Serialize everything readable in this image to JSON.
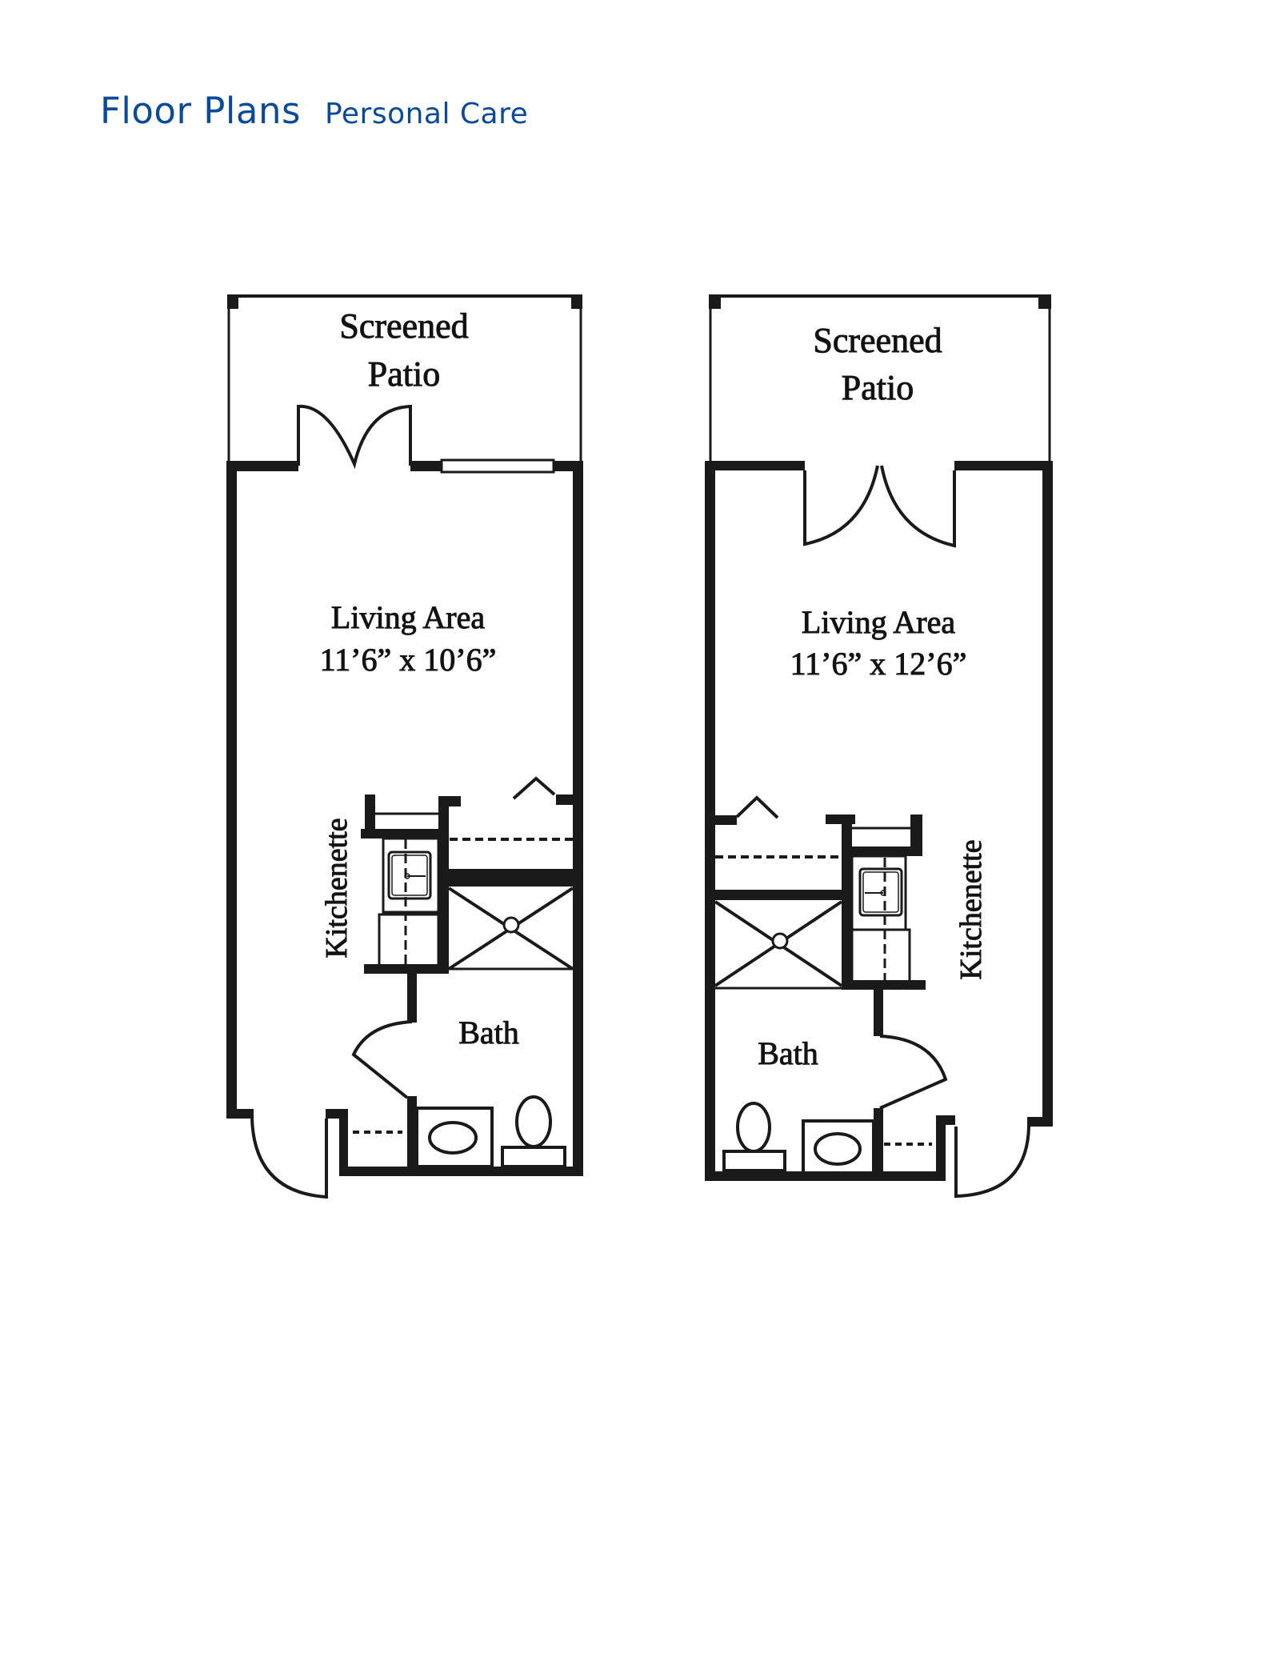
{
  "header": {
    "title": "Floor Plans",
    "subtitle": "Personal Care",
    "color": "#0b4a97"
  },
  "plans": [
    {
      "patio_line1": "Screened",
      "patio_line2": "Patio",
      "living_label": "Living Area",
      "living_dims": "11’6” x 10’6”",
      "kitchenette_label": "Kitchenette",
      "bath_label": "Bath"
    },
    {
      "patio_line1": "Screened",
      "patio_line2": "Patio",
      "living_label": "Living Area",
      "living_dims": "11’6” x 12’6”",
      "kitchenette_label": "Kitchenette",
      "bath_label": "Bath"
    }
  ]
}
